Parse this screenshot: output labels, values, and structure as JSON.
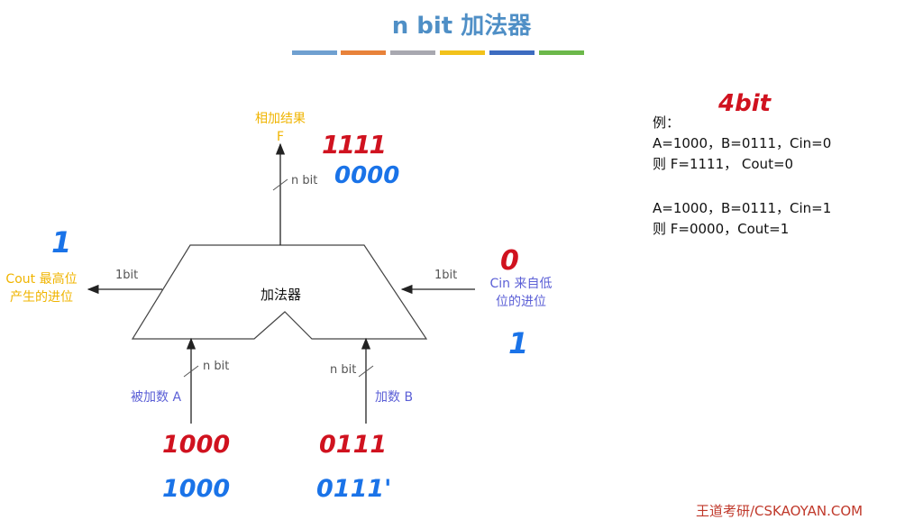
{
  "title": "n bit 加法器",
  "color_bars": [
    "#6fa0d0",
    "#e8823a",
    "#a8a8b0",
    "#f2c21b",
    "#3d6cc0",
    "#6cb84a"
  ],
  "diagram": {
    "result_label": "相加结果",
    "result_symbol": "F",
    "cout_label_line1": "Cout 最高位",
    "cout_label_line2": "产生的进位",
    "cin_label_line1": "Cin 来自低",
    "cin_label_line2": "位的进位",
    "adder_label": "加法器",
    "operand_a_label": "被加数 A",
    "operand_b_label": "加数 B",
    "width_top": "n bit",
    "width_a": "n bit",
    "width_b": "n bit",
    "width_cout": "1bit",
    "width_cin": "1bit"
  },
  "notes": {
    "heading": "例：",
    "line1": "A=1000，B=0111，Cin=0",
    "line2": "则 F=1111，  Cout=0",
    "line3": "A=1000，B=0111，Cin=1",
    "line4": "则 F=0000，Cout=1"
  },
  "handwriting": {
    "hw_4bit": "4bit",
    "f_red": "1111",
    "f_blue": "0000",
    "cout_blue": "1",
    "cin_red": "0",
    "cin_blue": "1",
    "a_red": "1000",
    "a_blue": "1000",
    "b_red": "0111",
    "b_blue": "0111'"
  },
  "footer": "王道考研/CSKAOYAN.COM"
}
